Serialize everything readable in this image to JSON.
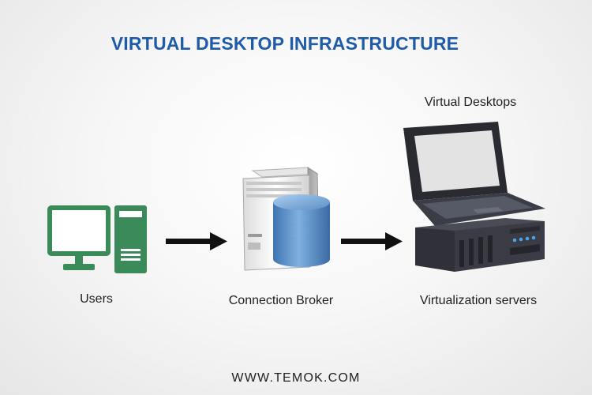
{
  "title": "VIRTUAL DESKTOP INFRASTRUCTURE",
  "nodes": {
    "users": {
      "label": "Users",
      "icon": "desktop-computer-icon"
    },
    "broker": {
      "label": "Connection Broker",
      "icon": "server-database-icon"
    },
    "servers": {
      "label": "Virtualization servers",
      "icon": "rack-server-icon"
    },
    "desktops": {
      "label": "Virtual Desktops",
      "icon": "laptop-icon"
    }
  },
  "edges": [
    {
      "from": "users",
      "to": "broker"
    },
    {
      "from": "broker",
      "to": "servers"
    }
  ],
  "footer": "WWW.TEMOK.COM",
  "colors": {
    "title": "#1e5ba8",
    "users_icon": "#3b8a5a",
    "database": "#5a8fc7",
    "dark": "#3a3b44"
  }
}
